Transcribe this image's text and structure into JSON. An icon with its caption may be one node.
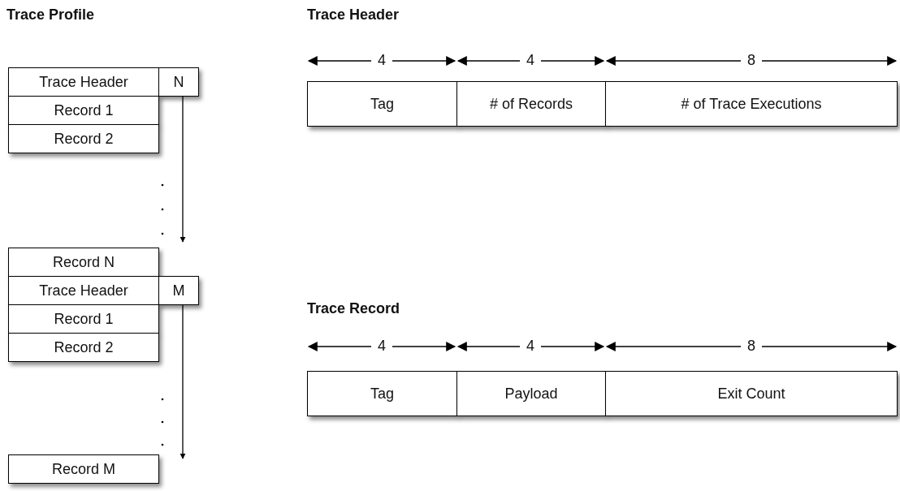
{
  "diagram": {
    "nodes": [
      {
        "text": [
          "Trace Header"
        ]
      },
      {
        "text": [
          "N"
        ]
      },
      {
        "text": [
          "Record 1"
        ]
      },
      {
        "text": [
          "Record 2"
        ]
      },
      {
        "text": [
          "Record N"
        ]
      },
      {
        "text": [
          "Trace Header"
        ]
      },
      {
        "text": [
          "M"
        ]
      },
      {
        "text": [
          "Record 1"
        ]
      },
      {
        "text": [
          "Record 2"
        ]
      },
      {
        "text": [
          "Record M"
        ]
      },
      {
        "text": [
          "Tag"
        ]
      },
      {
        "text": [
          "# of Records"
        ]
      },
      {
        "text": [
          "# of Trace Executions"
        ]
      },
      {
        "text": [
          "Tag"
        ]
      },
      {
        "text": [
          "Payload"
        ]
      },
      {
        "text": [
          "Exit Count"
        ]
      }
    ],
    "edges": [
      {
        "from": 1,
        "to": null,
        "arrow": "to"
      },
      {
        "from": 6,
        "to": null,
        "arrow": "to"
      }
    ],
    "labels": [
      "Trace Profile",
      "Trace Header",
      "4",
      "4",
      "8",
      "Trace Record",
      "4",
      "4",
      "8"
    ]
  }
}
